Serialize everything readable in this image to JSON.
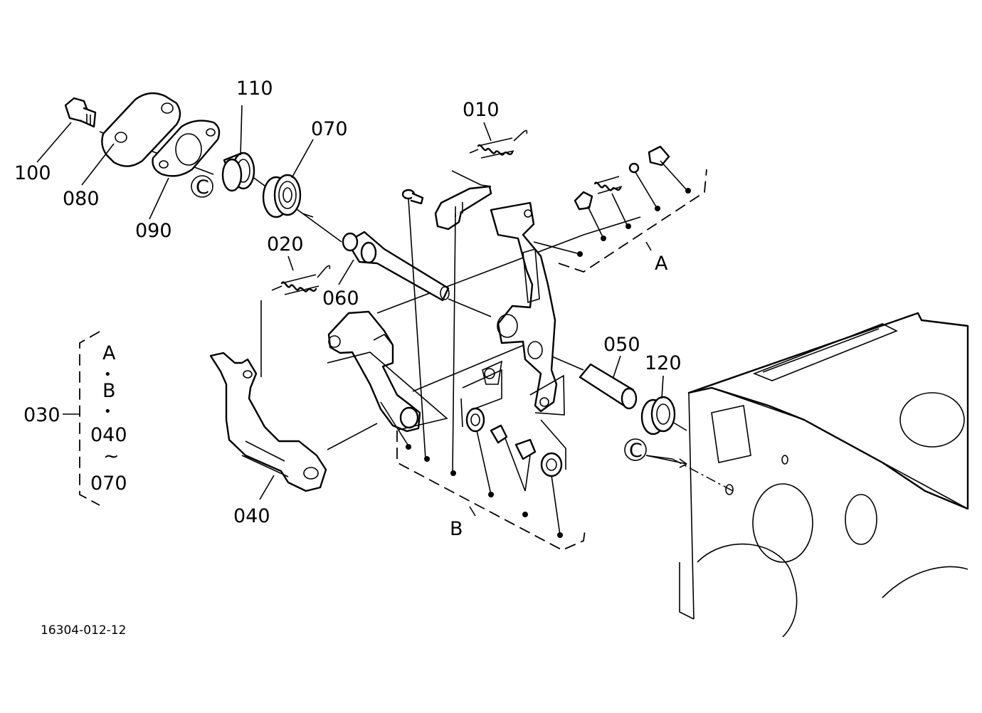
{
  "diagram": {
    "part_numbers": {
      "p010": "010",
      "p020": "020",
      "p030": "030",
      "p040": "040",
      "p050": "050",
      "p060": "060",
      "p070": "070",
      "p080": "080",
      "p090": "090",
      "p100": "100",
      "p110": "110",
      "p120": "120"
    },
    "group_labels": {
      "a": "A",
      "b": "B",
      "c": "C"
    },
    "bracket_030": {
      "line1": "A",
      "sep1": "•",
      "line2": "B",
      "sep2": "•",
      "line3": "040",
      "range": "~",
      "line4": "070"
    },
    "drawing_number": "16304-012-12"
  }
}
